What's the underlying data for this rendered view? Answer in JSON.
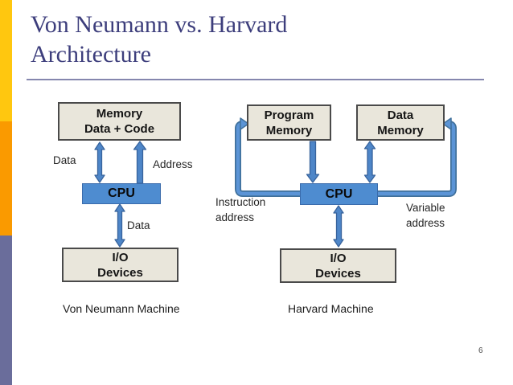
{
  "slide": {
    "title_line1": "Von Neumann vs. Harvard",
    "title_line2": "Architecture",
    "page_number": "6"
  },
  "colors": {
    "title_text": "#3d3e7c",
    "divider": "#8587ae",
    "sidebar_yellow": "#ffc70f",
    "sidebar_orange": "#fa9a00",
    "sidebar_purple": "#6a6d9b",
    "box_fill": "#e9e6db",
    "box_border": "#4a4a4a",
    "cpu_fill": "#4e8cd0",
    "arrow_fill": "#4e86c8",
    "arrow_stroke": "#38639c"
  },
  "von_neumann": {
    "memory_box_line1": "Memory",
    "memory_box_line2": "Data + Code",
    "cpu_label": "CPU",
    "io_box_line1": "I/O",
    "io_box_line2": "Devices",
    "data_label_top": "Data",
    "address_label": "Address",
    "data_label_bottom": "Data",
    "caption": "Von Neumann Machine"
  },
  "harvard": {
    "program_memory_line1": "Program",
    "program_memory_line2": "Memory",
    "data_memory_line1": "Data",
    "data_memory_line2": "Memory",
    "cpu_label": "CPU",
    "io_box_line1": "I/O",
    "io_box_line2": "Devices",
    "instruction_label_line1": "Instruction",
    "instruction_label_line2": "address",
    "variable_label_line1": "Variable",
    "variable_label_line2": "address",
    "caption": "Harvard Machine"
  }
}
